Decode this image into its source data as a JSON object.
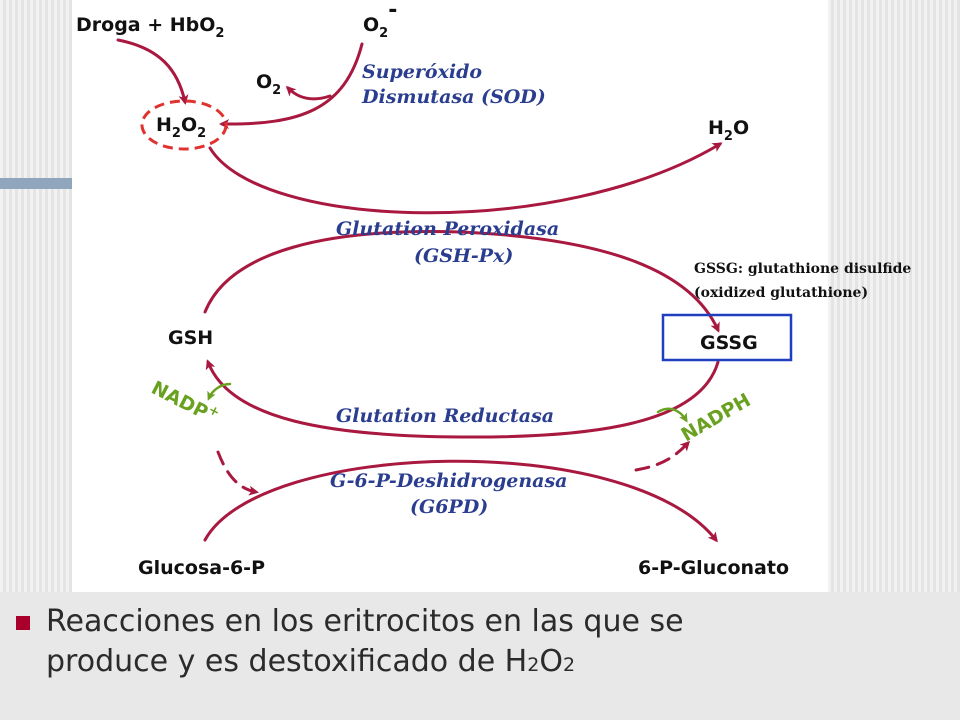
{
  "diagram": {
    "droga": "Droga + HbO",
    "droga_sub": "2",
    "o2_radical": "O",
    "o2_radical_sub": "2",
    "o2_radical_sup": "-",
    "o2": "O",
    "o2_sub": "2",
    "sod_line1": "Superóxido",
    "sod_line2": "Dismutasa (SOD)",
    "h2o2": "H",
    "h2o2_sub1": "2",
    "h2o2_mid": "O",
    "h2o2_sub2": "2",
    "h2o": "H",
    "h2o_sub": "2",
    "h2o_end": "O",
    "gpx_line1": "Glutation Peroxidasa",
    "gpx_line2": "(GSH-Px)",
    "gssg_note_line1": "GSSG: glutathione disulfide",
    "gssg_note_line2": "(oxidized glutathione)",
    "gsh": "GSH",
    "gssg": "GSSG",
    "nadp": "NADP",
    "nadp_sup": "+",
    "nadph": "NADPH",
    "gr": "Glutation Reductasa",
    "g6pd_line1": "G-6-P-Deshidrogenasa",
    "g6pd_line2": "(G6PD)",
    "glucosa": "Glucosa-6-P",
    "gluconato": "6-P-Gluconato"
  },
  "caption": {
    "line1": "Reacciones en los eritrocitos en las que se",
    "line2": "produce y es destoxificado de H",
    "sub1": "2",
    "mid": "O",
    "sub2": "2"
  },
  "colors": {
    "arrow": "#a8183f",
    "enzyme": "#2a3d8f",
    "cofactor": "#6aa121",
    "highlight_box": "#1f3fbf",
    "highlight_circle": "#e0332f",
    "bullet": "#a8002a"
  }
}
